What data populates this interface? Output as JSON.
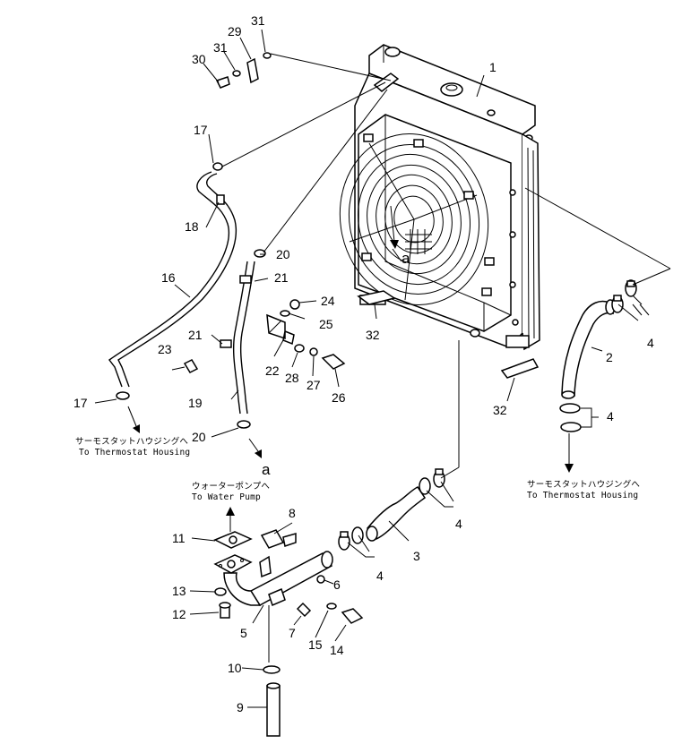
{
  "part_numbers": {
    "p1": "1",
    "p2": "2",
    "p3": "3",
    "p4a": "4",
    "p4b": "4",
    "p4c": "4",
    "p4d": "4",
    "p5": "5",
    "p6": "6",
    "p7": "7",
    "p8": "8",
    "p9": "9",
    "p10": "10",
    "p11": "11",
    "p12": "12",
    "p13": "13",
    "p14": "14",
    "p15": "15",
    "p16": "16",
    "p17a": "17",
    "p17b": "17",
    "p18": "18",
    "p19": "19",
    "p20a": "20",
    "p20b": "20",
    "p21a": "21",
    "p21b": "21",
    "p22": "22",
    "p23": "23",
    "p24": "24",
    "p25": "25",
    "p26": "26",
    "p27": "27",
    "p28": "28",
    "p29": "29",
    "p30": "30",
    "p31a": "31",
    "p31b": "31",
    "p32a": "32",
    "p32b": "32"
  },
  "references": {
    "a_fan": "a",
    "a_pipe": "a"
  },
  "captions": {
    "left_jp": "サーモスタットハウジングへ",
    "left_en": "To Thermostat Housing",
    "pump_jp": "ウォーターポンプへ",
    "pump_en": "To Water Pump",
    "right_jp": "サーモスタットハウジングへ",
    "right_en": "To Thermostat Housing"
  }
}
